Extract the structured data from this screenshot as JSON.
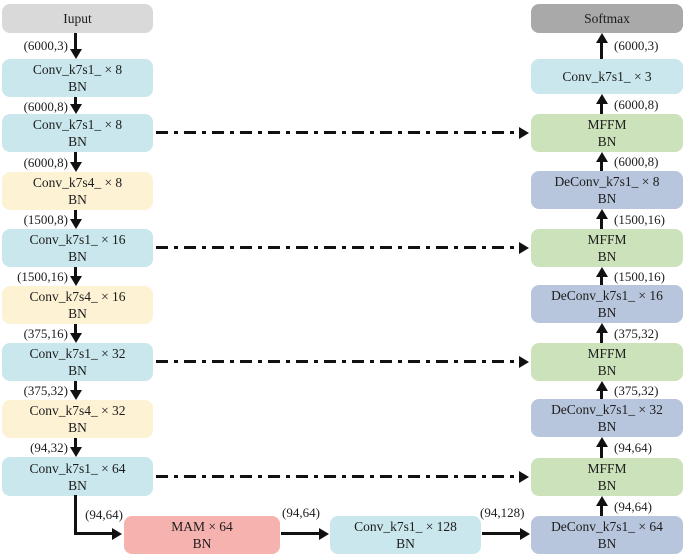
{
  "palette": {
    "input_box": "#d9d9d9",
    "softmax_box": "#a9a9a9",
    "conv_box": "#c9e7ec",
    "downsample_conv_box": "#fdf2d4",
    "mffm_box": "#cbe2ba",
    "deconv_box": "#b7c6dd",
    "mam_box": "#f5b2ae",
    "arrow": "#111111"
  },
  "left": {
    "boxes": [
      {
        "line1": "Iuput"
      },
      {
        "line1": "Conv_k7s1_ × 8",
        "line2": "BN"
      },
      {
        "line1": "Conv_k7s1_ × 8",
        "line2": "BN"
      },
      {
        "line1": "Conv_k7s4_ × 8",
        "line2": "BN"
      },
      {
        "line1": "Conv_k7s1_ × 16",
        "line2": "BN"
      },
      {
        "line1": "Conv_k7s4_ × 16",
        "line2": "BN"
      },
      {
        "line1": "Conv_k7s1_ × 32",
        "line2": "BN"
      },
      {
        "line1": "Conv_k7s4_ × 32",
        "line2": "BN"
      },
      {
        "line1": "Conv_k7s1_ × 64",
        "line2": "BN"
      }
    ],
    "labels": [
      "(6000,3)",
      "(6000,8)",
      "(6000,8)",
      "(1500,8)",
      "(1500,16)",
      "(375,16)",
      "(375,32)",
      "(94,32)"
    ]
  },
  "right": {
    "boxes": [
      {
        "line1": "Softmax"
      },
      {
        "line1": "Conv_k7s1_ × 3"
      },
      {
        "line1": "MFFM",
        "line2": "BN"
      },
      {
        "line1": "DeConv_k7s1_ × 8",
        "line2": "BN"
      },
      {
        "line1": "MFFM",
        "line2": "BN"
      },
      {
        "line1": "DeConv_k7s1_ × 16",
        "line2": "BN"
      },
      {
        "line1": "MFFM",
        "line2": "BN"
      },
      {
        "line1": "DeConv_k7s1_ × 32",
        "line2": "BN"
      },
      {
        "line1": "MFFM",
        "line2": "BN"
      }
    ],
    "labels": [
      "(6000,3)",
      "(6000,8)",
      "(6000,8)",
      "(1500,16)",
      "(1500,16)",
      "(375,32)",
      "(375,32)",
      "(94,64)",
      "(94,64)"
    ]
  },
  "bottom": {
    "boxes": [
      {
        "line1": "MAM × 64",
        "line2": "BN"
      },
      {
        "line1": "Conv_k7s1_ × 128",
        "line2": "BN"
      },
      {
        "line1": "DeConv_k7s1_ × 64",
        "line2": "BN"
      }
    ],
    "labels": [
      "(94,64)",
      "(94,64)",
      "(94,128)"
    ]
  }
}
